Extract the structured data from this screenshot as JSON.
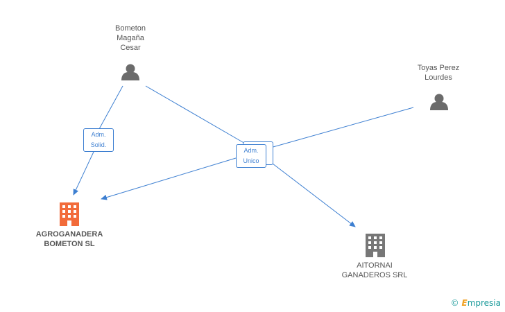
{
  "people": [
    {
      "id": "bometon",
      "label": "Bometon\nMagaña\nCesar",
      "icon": "person-icon"
    },
    {
      "id": "toyas",
      "label": "Toyas Perez\nLourdes",
      "icon": "person-icon"
    }
  ],
  "companies": [
    {
      "id": "agroganadera",
      "label": "AGROGANADERA\nBOMETON SL",
      "icon": "building-icon",
      "color": "#f26b3a"
    },
    {
      "id": "aitornai",
      "label": "AITORNAI\nGANADEROS SRL",
      "icon": "building-icon",
      "color": "#777777"
    }
  ],
  "relations": [
    {
      "id": "adm-solid",
      "label": "Adm.\nSolid."
    },
    {
      "id": "adm-unico",
      "label": "Adm.\nUnico"
    }
  ],
  "colors": {
    "edge": "#3d7fd1",
    "person": "#6b6b6b",
    "company_main": "#f26b3a",
    "company_other": "#777777"
  },
  "watermark": {
    "copyright": "©",
    "brand_initial": "E",
    "brand_rest": "mpresia"
  }
}
